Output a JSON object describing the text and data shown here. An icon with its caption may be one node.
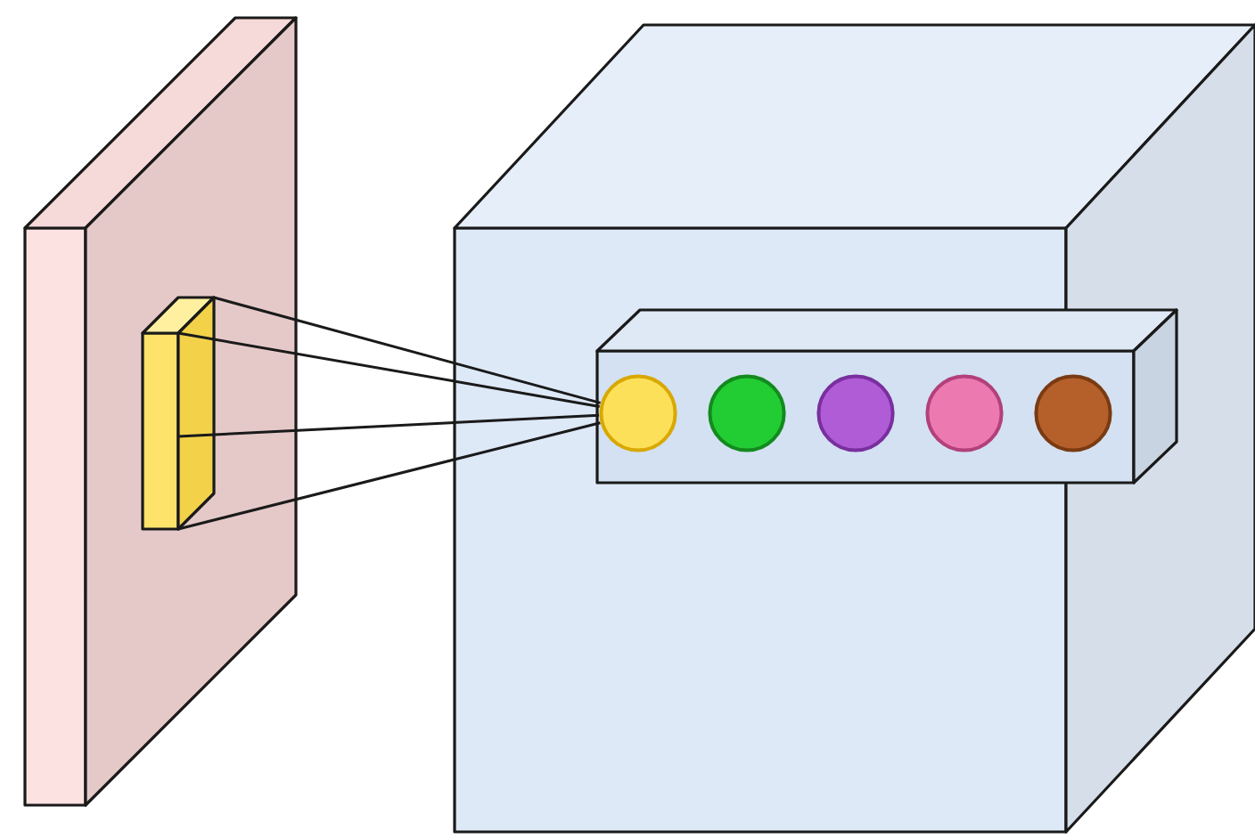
{
  "diagram": {
    "nodes": [
      {
        "text": [],
        "shape": "box"
      },
      {
        "text": [],
        "shape": "box",
        "in": 0
      },
      {
        "text": [],
        "shape": "box"
      },
      {
        "text": [],
        "shape": "box",
        "in": 2
      },
      {
        "text": [],
        "shape": "circle",
        "in": 3
      },
      {
        "text": [],
        "shape": "circle",
        "in": 3
      },
      {
        "text": [],
        "shape": "circle",
        "in": 3
      },
      {
        "text": [],
        "shape": "circle",
        "in": 3
      },
      {
        "text": [],
        "shape": "circle",
        "in": 3
      }
    ],
    "edges": [
      {
        "from": 1,
        "to": 4,
        "arrow": "none"
      },
      {
        "from": 1,
        "to": 4,
        "arrow": "none"
      },
      {
        "from": 1,
        "to": 4,
        "arrow": "none"
      },
      {
        "from": 1,
        "to": 4,
        "arrow": "none"
      }
    ]
  }
}
